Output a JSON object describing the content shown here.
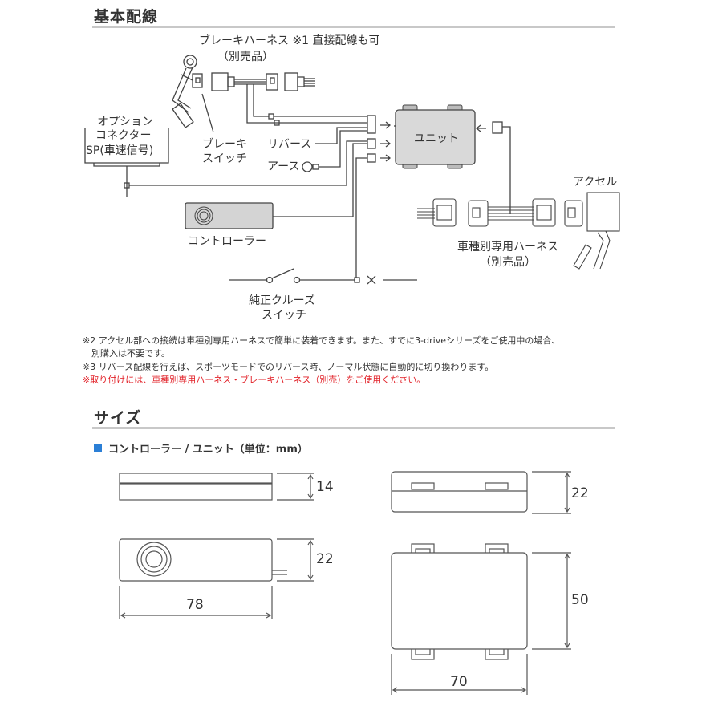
{
  "sections": {
    "wiring": {
      "title": "基本配線"
    },
    "size": {
      "title": "サイズ",
      "subtitle": "コントローラー / ユニット（単位：mm）",
      "bullet_color": "#2b7fd6"
    }
  },
  "diagram": {
    "brake_harness": "ブレーキハーネス ※1 直接配線も可",
    "brake_harness_sub": "（別売品）",
    "option_connector_1": "オプション",
    "option_connector_2": "コネクター",
    "option_connector_3": "SP(車速信号)",
    "brake_switch_1": "ブレーキ",
    "brake_switch_2": "スイッチ",
    "reverse": "リバース",
    "ground": "アース",
    "unit": "ユニット",
    "controller": "コントローラー",
    "cruise_switch_1": "純正クルーズ",
    "cruise_switch_2": "スイッチ",
    "accel": "アクセル",
    "vehicle_harness": "車種別専用ハーネス",
    "vehicle_harness_sub": "（別売品）"
  },
  "notes": [
    {
      "text": "※2 アクセル部への接続は車種別専用ハーネスで簡単に装着できます。また、すでに3-driveシリーズをご使用中の場合、",
      "color": "normal"
    },
    {
      "text": "　別購入は不要です。",
      "color": "normal"
    },
    {
      "text": "※3 リバース配線を行えば、スポーツモードでのリバース時、ノーマル状態に自動的に切り換わります。",
      "color": "normal"
    },
    {
      "text": "※取り付けには、車種別専用ハーネス・ブレーキハーネス（別売）をご使用ください。",
      "color": "red"
    }
  ],
  "dimensions": {
    "controller_height": "14",
    "controller_depth": "22",
    "controller_width": "78",
    "unit_height": "22",
    "unit_depth": "50",
    "unit_width": "70"
  },
  "colors": {
    "note_red": "#e2232a",
    "unit_fill": "#d9d9d9",
    "line": "#444444"
  }
}
